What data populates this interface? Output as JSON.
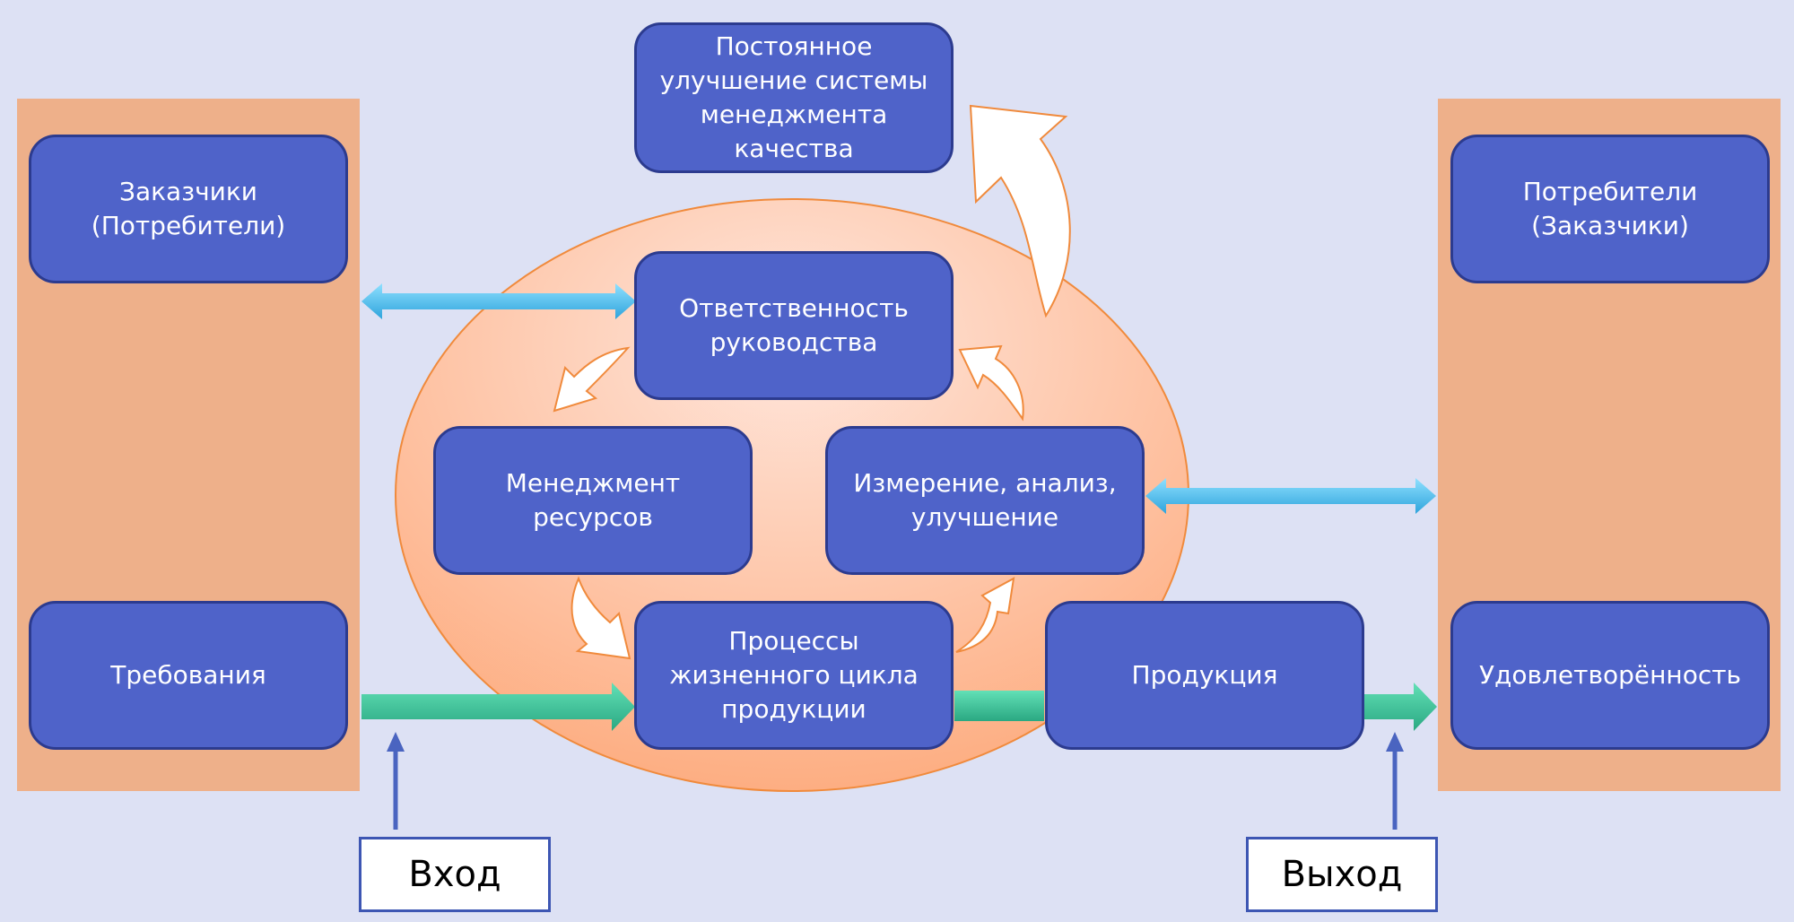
{
  "diagram": {
    "nodes": {
      "improvement": {
        "lines": [
          "Постоянное",
          "улучшение системы",
          "менеджмента",
          "качества"
        ]
      },
      "customers_left": {
        "lines": [
          "Заказчики",
          "(Потребители)"
        ]
      },
      "consumers_right": {
        "lines": [
          "Потребители",
          "(Заказчики)"
        ]
      },
      "management": {
        "lines": [
          "Ответственность",
          "руководства"
        ]
      },
      "resources": {
        "lines": [
          "Менеджмент",
          "ресурсов"
        ]
      },
      "measurement": {
        "lines": [
          "Измерение, анализ,",
          "улучшение"
        ]
      },
      "processes": {
        "lines": [
          "Процессы",
          "жизненного цикла",
          "продукции"
        ]
      },
      "requirements": {
        "lines": [
          "Требования"
        ]
      },
      "product": {
        "lines": [
          "Продукция"
        ]
      },
      "satisfaction": {
        "lines": [
          "Удовлетворённость"
        ]
      }
    },
    "input_label": "Вход",
    "output_label": "Выход",
    "colors": {
      "background": "#dde1f4",
      "side_panel": "#eeb08a",
      "node_fill": "#4f63c9",
      "node_border": "#2c3b8f",
      "info_arrow": "#45b8e8",
      "flow_arrow": "#3fc49b",
      "cycle_arrow_outline": "#f08a3c",
      "ellipse_fill": "#ffc8a8"
    }
  }
}
